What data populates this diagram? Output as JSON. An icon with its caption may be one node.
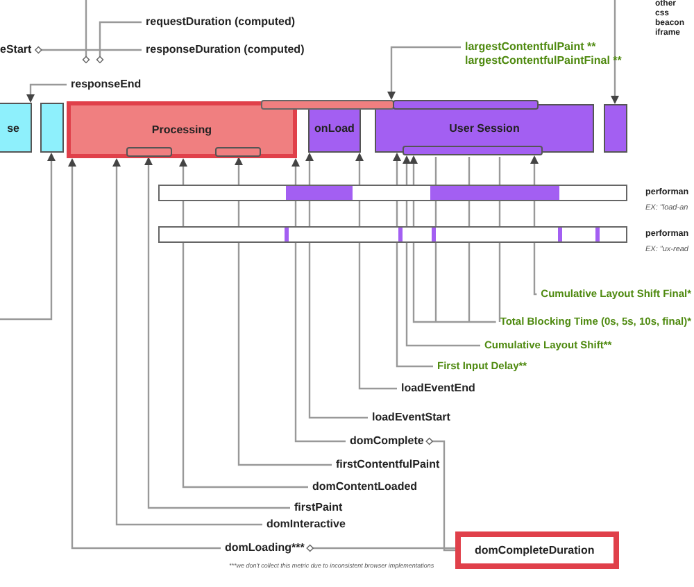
{
  "diagram": {
    "nodes": [
      {
        "text": [
          "requestDuration (computed)"
        ]
      },
      {
        "text": [
          "eStart"
        ]
      },
      {
        "text": [
          "responseDuration (computed)"
        ]
      },
      {
        "text": [
          "largestContentfulPaint **",
          "largestContentfulPaintFinal **"
        ]
      },
      {
        "text": [
          "responseEnd"
        ]
      },
      {
        "text": [
          "se"
        ]
      },
      {
        "text": [],
        "shape": "box"
      },
      {
        "text": [],
        "shape": "bar"
      },
      {
        "text": [],
        "shape": "bar"
      },
      {
        "text": [
          "Processing"
        ]
      },
      {
        "text": [],
        "shape": "bar",
        "in": 9
      },
      {
        "text": [],
        "shape": "bar",
        "in": 9
      },
      {
        "text": [
          "onLoad"
        ]
      },
      {
        "text": [
          "User Session"
        ]
      },
      {
        "text": [],
        "shape": "bar"
      },
      {
        "text": [],
        "shape": "box"
      },
      {
        "text": [
          "Cumulative Layout Shift Final*"
        ]
      },
      {
        "text": [
          "Total Blocking Time (0s, 5s, 10s, final)*"
        ]
      },
      {
        "text": [
          "Cumulative Layout Shift**"
        ]
      },
      {
        "text": [
          "First Input Delay**"
        ]
      },
      {
        "text": [
          "loadEventEnd"
        ]
      },
      {
        "text": [
          "loadEventStart"
        ]
      },
      {
        "text": [
          "domComplete"
        ]
      },
      {
        "text": [
          "firstContentfulPaint"
        ]
      },
      {
        "text": [
          "domContentLoaded"
        ]
      },
      {
        "text": [
          "firstPaint"
        ]
      },
      {
        "text": [
          "domInteractive"
        ]
      },
      {
        "text": [
          "domLoading***"
        ]
      },
      {
        "text": [
          "domCompleteDuration"
        ]
      }
    ],
    "edges": [
      {
        "from": 0,
        "to": 4,
        "arrow": "other"
      },
      {
        "from": 2,
        "to": 1,
        "arrow": "other"
      },
      {
        "from": 3,
        "to": 8,
        "arrow": "to"
      },
      {
        "from": null,
        "to": 15,
        "arrow": "to"
      },
      {
        "from": 4,
        "to": 5,
        "arrow": "to"
      },
      {
        "from": null,
        "to": 6,
        "arrow": "to"
      },
      {
        "from": 27,
        "to": 9,
        "arrow": "to"
      },
      {
        "from": 26,
        "to": 9,
        "arrow": "to"
      },
      {
        "from": 25,
        "to": 10,
        "arrow": "to"
      },
      {
        "from": 24,
        "to": 9,
        "arrow": "to"
      },
      {
        "from": 23,
        "to": 11,
        "arrow": "to"
      },
      {
        "from": 22,
        "to": 9,
        "arrow": "to"
      },
      {
        "from": 21,
        "to": 12,
        "arrow": "to"
      },
      {
        "from": 20,
        "to": 12,
        "arrow": "to"
      },
      {
        "from": 19,
        "to": 13,
        "arrow": "to"
      },
      {
        "from": 18,
        "to": 14,
        "arrow": "to"
      },
      {
        "from": 17,
        "to": 14,
        "arrow": "to"
      },
      {
        "from": 16,
        "to": 14,
        "arrow": "to"
      },
      {
        "from": 27,
        "to": 28,
        "arrow": "other"
      },
      {
        "from": 22,
        "to": 28,
        "arrow": "other"
      },
      {
        "from": null,
        "to": 4,
        "arrow": "other"
      }
    ],
    "labels": [
      "other",
      "css",
      "beacon",
      "iframe",
      "performan",
      "EX: \"load-an",
      "performan",
      "EX: \"ux-read",
      "***we don't collect this metric due to inconsistent browser implementations"
    ]
  }
}
